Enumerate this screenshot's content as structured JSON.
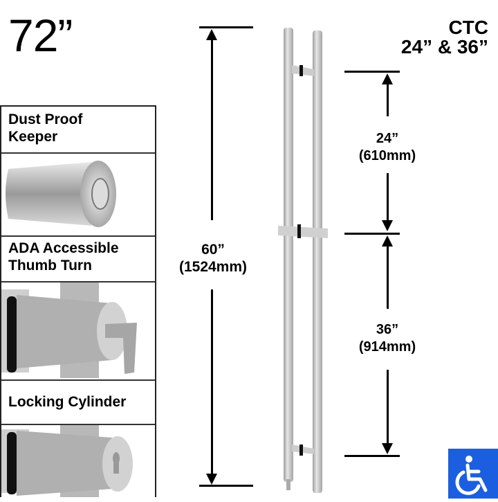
{
  "title": "72”",
  "ctc": {
    "line1": "CTC",
    "line2": "24” & 36”"
  },
  "features": [
    {
      "label": "Dust Proof Keeper",
      "label_line1": "Dust Proof",
      "label_line2": "Keeper",
      "image": "dust-proof-keeper-photo"
    },
    {
      "label": "ADA Accessible Thumb Turn",
      "label_line1": "ADA Accessible",
      "label_line2": "Thumb Turn",
      "image": "thumb-turn-photo"
    },
    {
      "label": "Locking Cylinder",
      "label_line1": "Locking Cylinder",
      "image": "locking-cylinder-photo"
    }
  ],
  "dimensions": {
    "overall": {
      "imperial": "60”",
      "metric": "(1524mm)"
    },
    "upper_ctc": {
      "imperial": "24”",
      "metric": "(610mm)"
    },
    "lower_ctc": {
      "imperial": "36”",
      "metric": "(914mm)"
    }
  },
  "badge": {
    "icon": "wheelchair-accessible-icon",
    "color": "#1b5fe0"
  },
  "colors": {
    "steel": "#c8c8c8",
    "lines": "#000000"
  }
}
